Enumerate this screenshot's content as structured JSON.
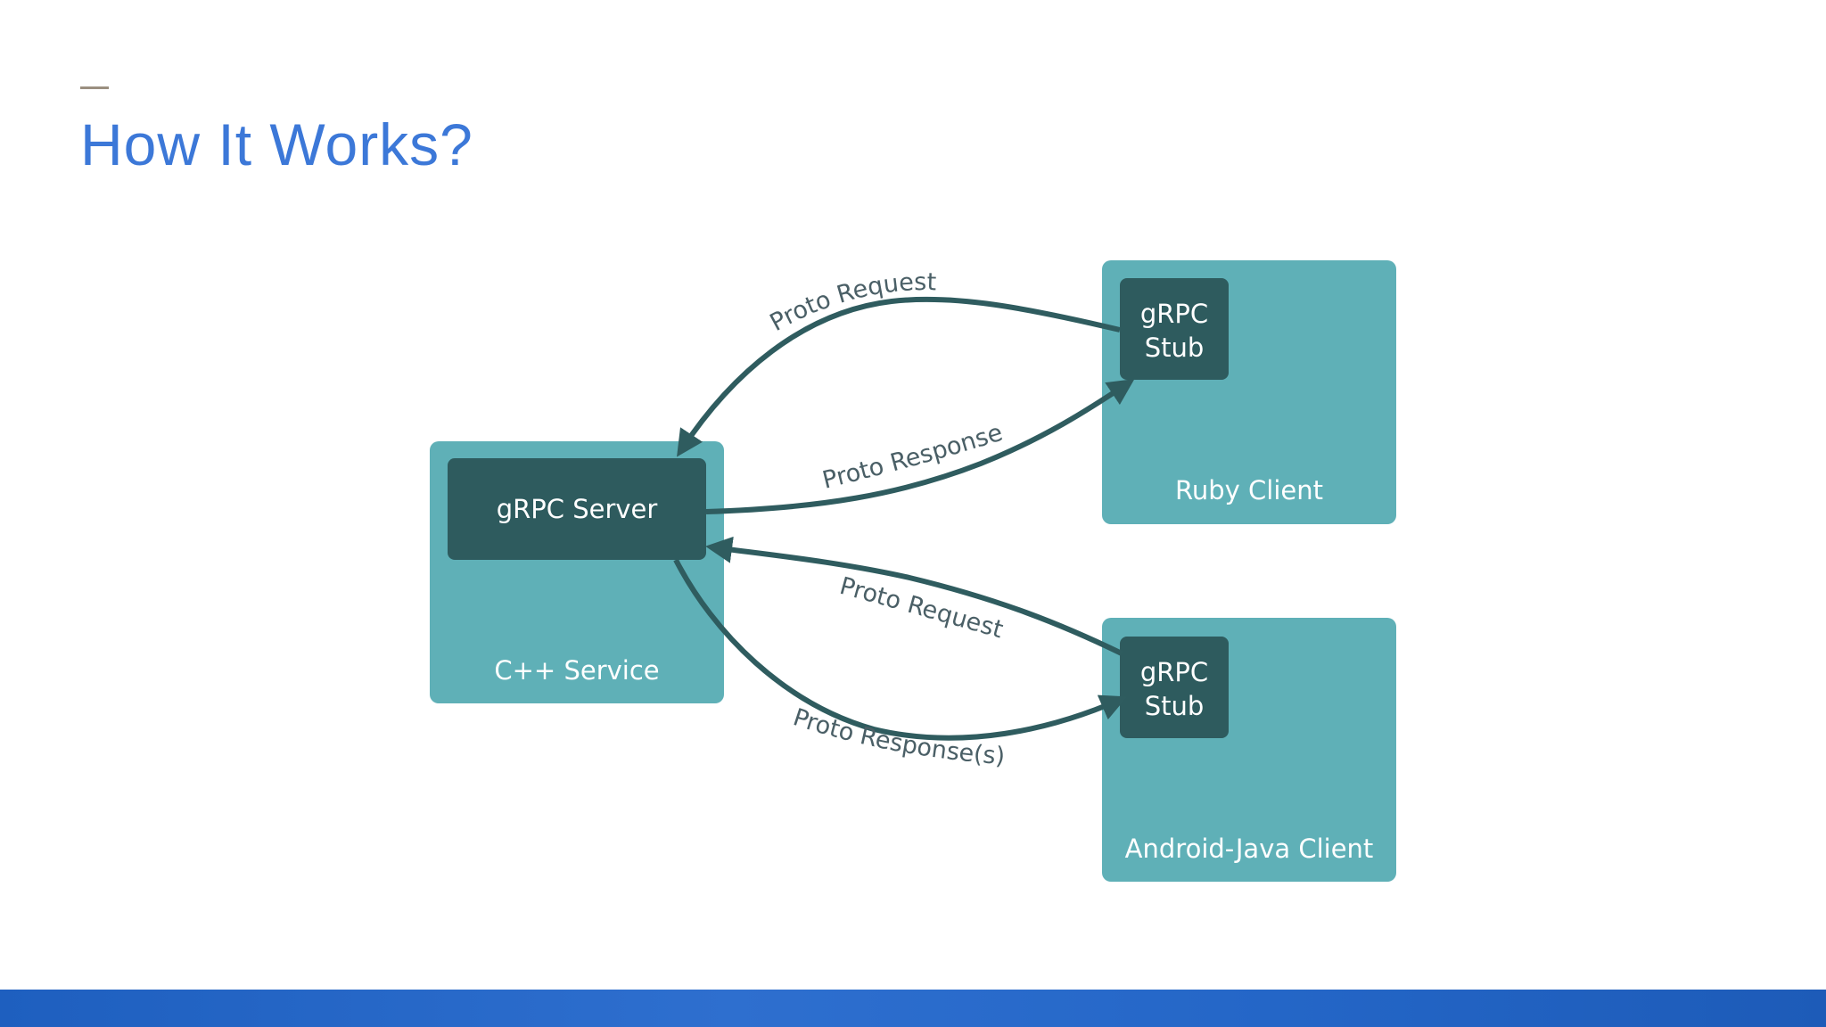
{
  "slide": {
    "title": "How It Works?"
  },
  "colors": {
    "title": "#3c78d8",
    "outer_box": "#5fb0b7",
    "inner_box": "#2e5b5e",
    "arrow": "#2f5c5f",
    "footer": "#2466c7"
  },
  "diagram": {
    "service": {
      "label": "C++ Service",
      "server_label": "gRPC Server"
    },
    "ruby": {
      "label": "Ruby Client",
      "stub_line1": "gRPC",
      "stub_line2": "Stub"
    },
    "android": {
      "label": "Android-Java Client",
      "stub_line1": "gRPC",
      "stub_line2": "Stub"
    },
    "edges": {
      "ruby_request": "Proto Request",
      "ruby_response": "Proto Response",
      "android_request": "Proto Request",
      "android_response": "Proto Response(s)"
    }
  }
}
